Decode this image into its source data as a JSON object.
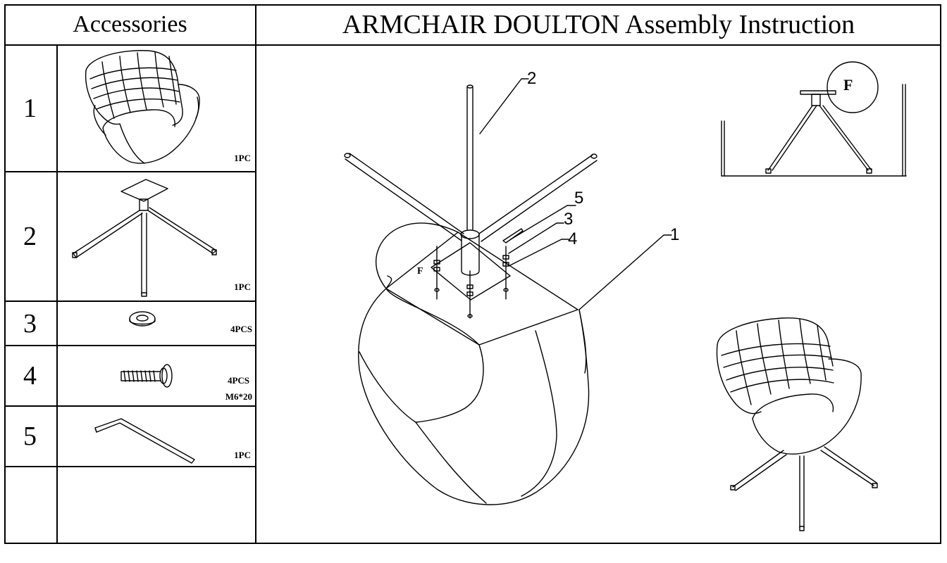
{
  "header": {
    "accessories_title": "Accessories",
    "instruction_title": "ARMCHAIR DOULTON Assembly Instruction"
  },
  "parts": [
    {
      "number": "1",
      "quantity": "1PC",
      "icon": "armchair-seat-icon"
    },
    {
      "number": "2",
      "quantity": "1PC",
      "icon": "swivel-base-icon"
    },
    {
      "number": "3",
      "quantity": "4PCS",
      "icon": "washer-icon"
    },
    {
      "number": "4",
      "quantity": "4PCS",
      "size": "M6*20",
      "icon": "bolt-icon"
    },
    {
      "number": "5",
      "quantity": "1PC",
      "icon": "allen-key-icon"
    }
  ],
  "diagram": {
    "callouts": [
      "2",
      "5",
      "3",
      "4",
      "1"
    ],
    "detail_label": "F"
  }
}
